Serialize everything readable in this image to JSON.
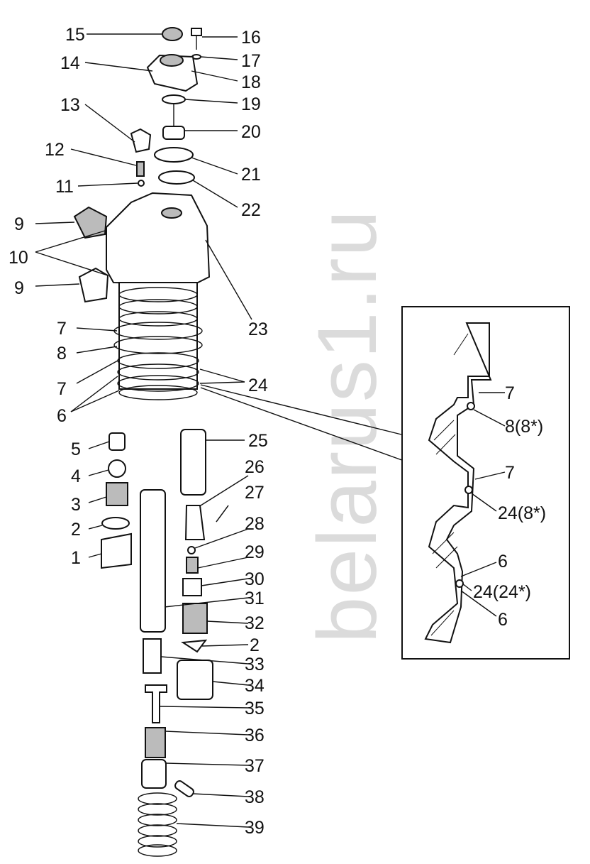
{
  "watermark": "belarus1.ru",
  "labels": [
    "15",
    "16",
    "17",
    "14",
    "18",
    "13",
    "19",
    "20",
    "12",
    "21",
    "11",
    "22",
    "9",
    "10",
    "9",
    "23",
    "7",
    "8",
    "7",
    "24",
    "6",
    "5",
    "25",
    "4",
    "26",
    "3",
    "27",
    "2",
    "28",
    "1",
    "29",
    "30",
    "31",
    "32",
    "2",
    "33",
    "34",
    "35",
    "36",
    "37",
    "38",
    "39"
  ],
  "inset_labels": [
    "7",
    "8(8*)",
    "7",
    "24(8*)",
    "6",
    "24(24*)",
    "6"
  ]
}
